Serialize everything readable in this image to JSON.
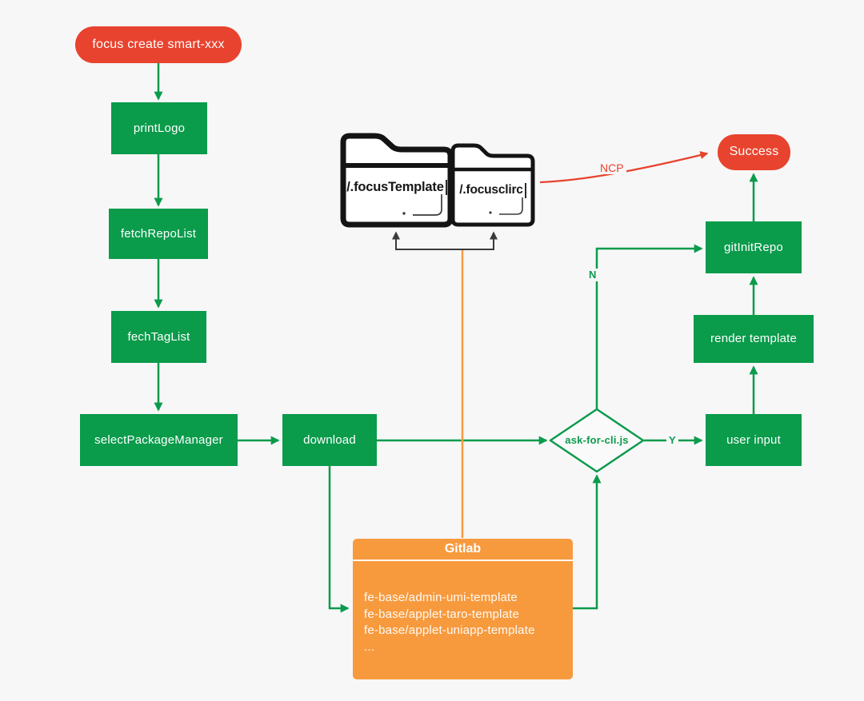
{
  "colors": {
    "green": "#0a9b4b",
    "red": "#e8432e",
    "orange": "#f79a3e",
    "dark": "#3a3a3a",
    "background": "#f7f7f8",
    "node_text": "#ffffff"
  },
  "nodes": {
    "start": {
      "label": "focus create smart-xxx"
    },
    "print_logo": {
      "label": "printLogo"
    },
    "fetch_repo_list": {
      "label": "fetchRepoList"
    },
    "fech_tag_list": {
      "label": "fechTagList"
    },
    "select_package_manager": {
      "label": "selectPackageManager"
    },
    "download": {
      "label": "download"
    },
    "ask_for_cli": {
      "label": "ask-for-cli.js"
    },
    "user_input": {
      "label": "user input"
    },
    "render_template": {
      "label": "render template"
    },
    "git_init_repo": {
      "label": "gitInitRepo"
    },
    "success": {
      "label": "Success"
    }
  },
  "folders": {
    "template": {
      "label": "/.focusTemplate"
    },
    "clirc": {
      "label": "/.focusclirc"
    }
  },
  "gitlab": {
    "title": "Gitlab",
    "repos": [
      "fe-base/admin-umi-template",
      "fe-base/applet-taro-template",
      "fe-base/applet-uniapp-template",
      "..."
    ]
  },
  "edge_labels": {
    "ncp": "NCP",
    "no": "N",
    "yes": "Y"
  }
}
